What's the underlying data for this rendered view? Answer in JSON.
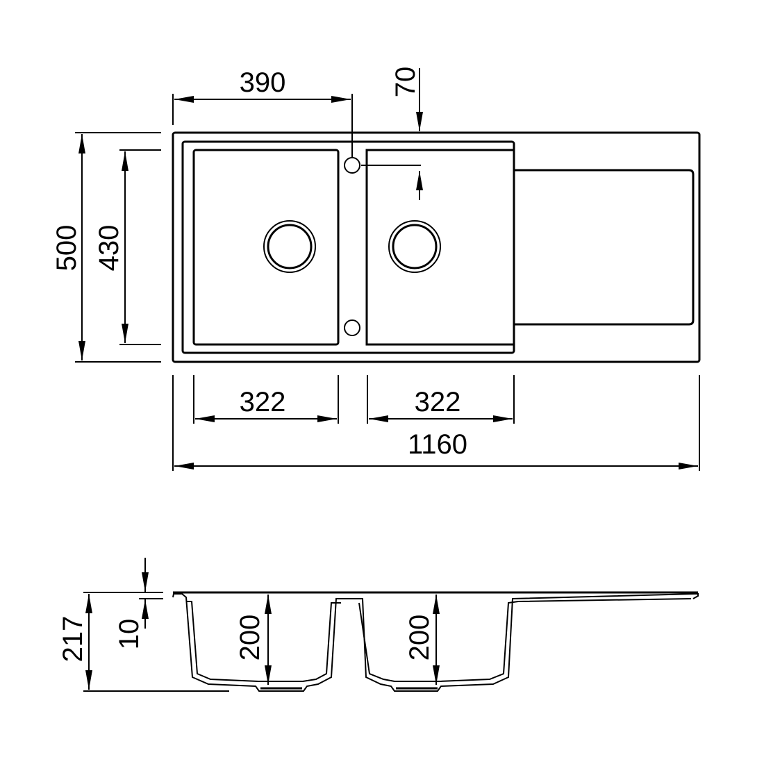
{
  "dimensions": {
    "top_bowl_offset": "390",
    "tap_hole_offset": "70",
    "total_depth": "500",
    "bowl_depth": "430",
    "bowl1_width": "322",
    "bowl2_width": "322",
    "total_width": "1160",
    "total_height": "217",
    "rim_thickness": "10",
    "bowl1_height": "200",
    "bowl2_height": "200"
  }
}
